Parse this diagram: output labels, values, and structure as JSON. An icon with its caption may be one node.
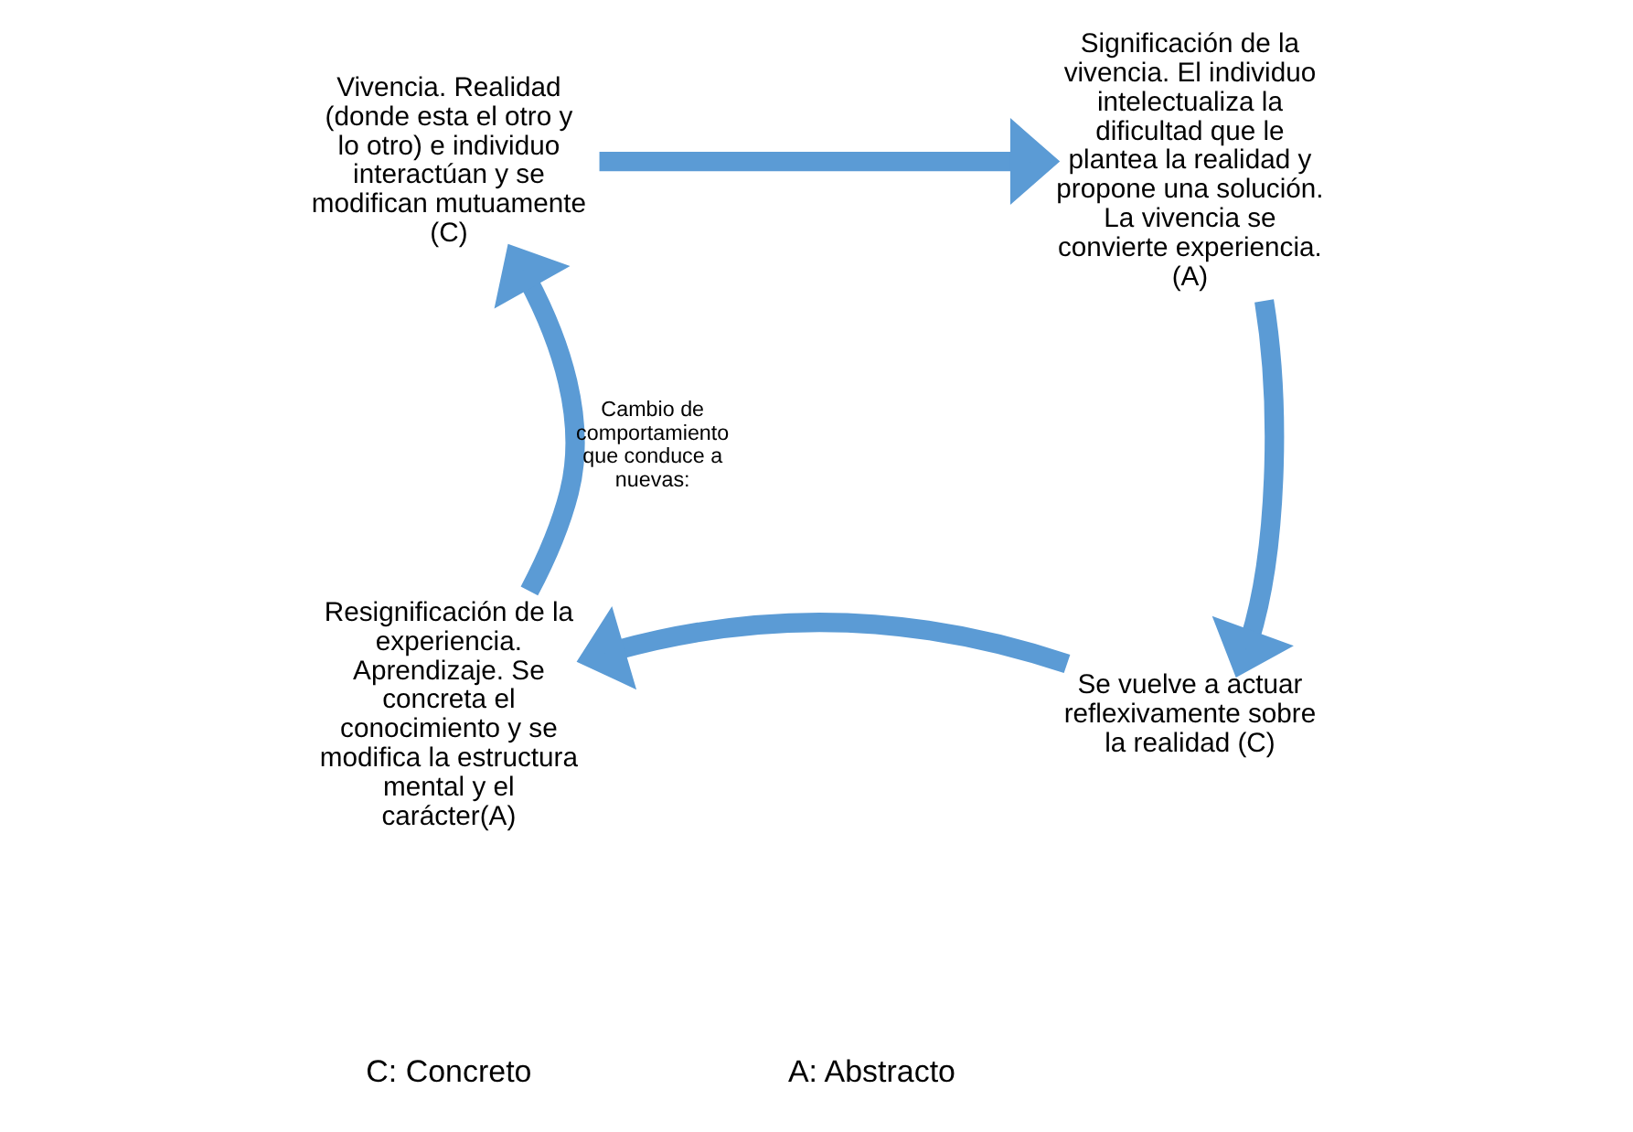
{
  "diagram": {
    "nodes": [
      {
        "text": [
          "Vivencia. Realidad (donde esta el otro y lo otro) e individuo interactúan y se modifican mutuamente (C)"
        ]
      },
      {
        "text": [
          "Significación de la vivencia. El individuo intelectualiza la dificultad que le plantea la realidad y propone una solución. La vivencia se convierte experiencia. (A)"
        ]
      },
      {
        "text": [
          "Se vuelve a actuar reflexivamente sobre la realidad (C)"
        ]
      },
      {
        "text": [
          "Resignificación de la experiencia. Aprendizaje. Se concreta el conocimiento y se modifica la estructura mental y el carácter(A)"
        ]
      }
    ],
    "edges": [
      {
        "from": 0,
        "to": 1,
        "arrow": "to"
      },
      {
        "from": 1,
        "to": 2,
        "arrow": "to"
      },
      {
        "from": 2,
        "to": 3,
        "arrow": "to"
      },
      {
        "from": 3,
        "to": 0,
        "arrow": "to",
        "label": "Cambio de comportamiento que conduce a nuevas:"
      }
    ],
    "labels": [
      "C: Concreto",
      "A: Abstracto"
    ]
  }
}
